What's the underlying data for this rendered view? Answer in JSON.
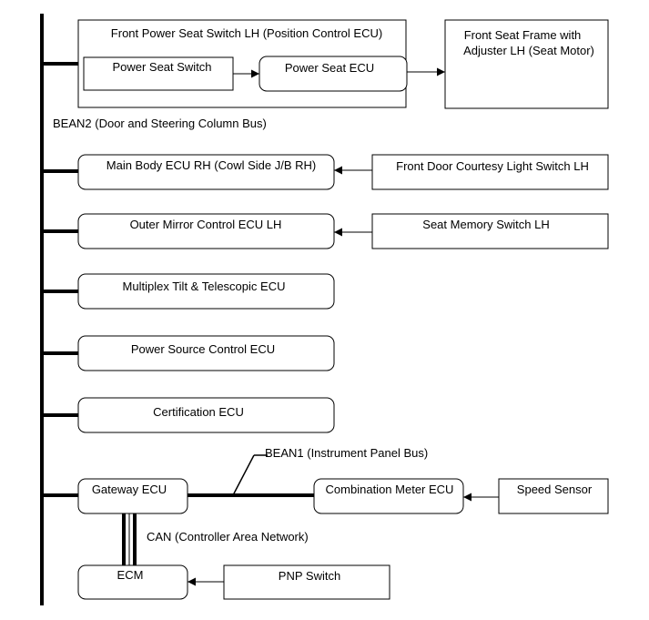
{
  "bus": {
    "bean2_label": "BEAN2 (Door and Steering Column Bus)",
    "bean1_label": "BEAN1 (Instrument Panel Bus)",
    "can_label": "CAN (Controller Area Network)"
  },
  "group": {
    "title": "Front Power Seat Switch LH (Position Control ECU)",
    "power_seat_switch": "Power Seat Switch",
    "power_seat_ecu": "Power Seat ECU"
  },
  "seat_frame": {
    "line1": "Front Seat Frame with",
    "line2": "Adjuster LH (Seat Motor)"
  },
  "ecus": {
    "main_body": "Main Body ECU RH (Cowl Side J/B RH)",
    "outer_mirror": "Outer Mirror Control ECU LH",
    "tilt_telescopic": "Multiplex Tilt & Telescopic ECU",
    "power_source": "Power Source Control ECU",
    "certification": "Certification ECU",
    "gateway": "Gateway ECU",
    "combination_meter": "Combination Meter ECU",
    "ecm": "ECM"
  },
  "switches": {
    "courtesy_light": "Front Door Courtesy Light Switch LH",
    "seat_memory": "Seat Memory Switch LH",
    "speed_sensor": "Speed Sensor",
    "pnp": "PNP Switch"
  }
}
